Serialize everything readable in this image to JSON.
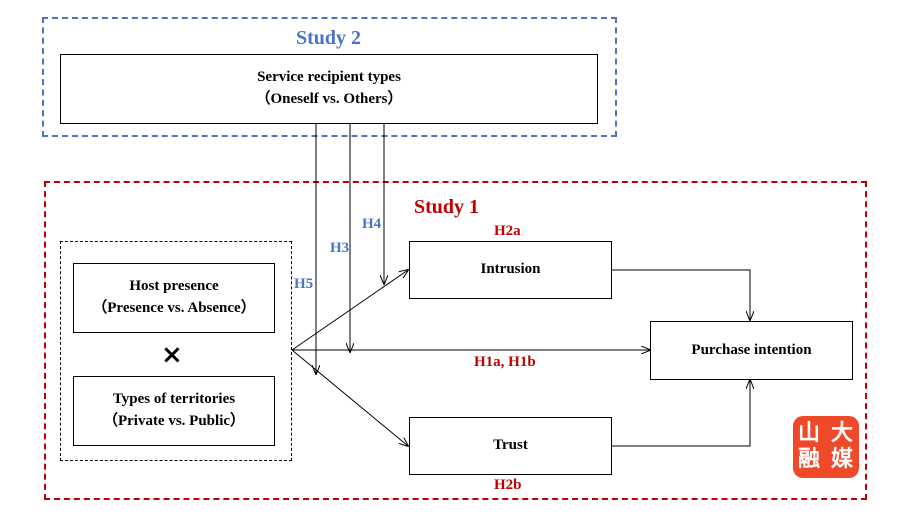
{
  "study2": {
    "title": "Study 2",
    "box": {
      "line1": "Service recipient types",
      "line2": "（Oneself vs. Others）"
    }
  },
  "study1": {
    "title": "Study 1"
  },
  "host_presence": {
    "line1": "Host presence",
    "line2": "（Presence vs. Absence）"
  },
  "times_symbol": "×",
  "territories": {
    "line1": "Types of territories",
    "line2": "（Private vs. Public）"
  },
  "intrusion": "Intrusion",
  "trust": "Trust",
  "purchase_intention": "Purchase intention",
  "hypotheses": {
    "h2a": "H2a",
    "h2b": "H2b",
    "h1": "H1a, H1b",
    "h3": "H3",
    "h4": "H4",
    "h5": "H5"
  },
  "logo": {
    "chars": [
      "山",
      "大",
      "融",
      "媒"
    ]
  },
  "colors": {
    "study2": "#4a74c4",
    "study1": "#c00000",
    "logo": "#ee4a29"
  }
}
